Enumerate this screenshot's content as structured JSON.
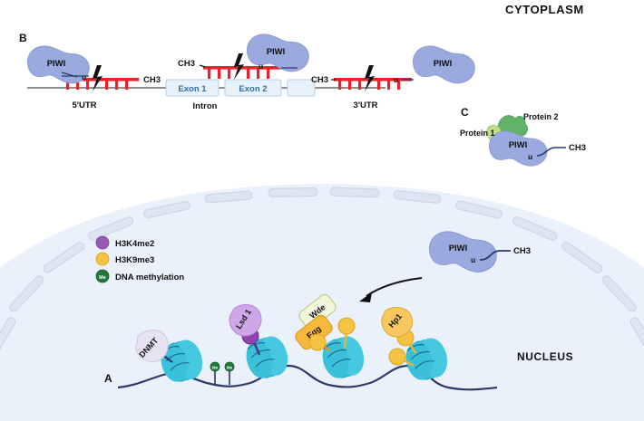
{
  "figure": {
    "type": "biology-schematic",
    "title_regions": {
      "cytoplasm_label": "CYTOPLASM",
      "nucleus_label": "NUCLEUS"
    },
    "panel_letters": {
      "a": "A",
      "b": "B",
      "c": "C"
    }
  },
  "panel_b": {
    "letter": "B",
    "transcript_features": [
      {
        "name": "5'UTR",
        "label": "5'UTR"
      },
      {
        "name": "exon1",
        "label": "Exon 1"
      },
      {
        "name": "intron",
        "label": "Intron"
      },
      {
        "name": "exon2",
        "label": "Exon 2"
      },
      {
        "name": "exon3",
        "label": ""
      },
      {
        "name": "3'UTR",
        "label": "3'UTR"
      }
    ],
    "piwi_complexes": [
      {
        "protein": "PIWI",
        "nucleotide": "u",
        "methyl": "CH3"
      },
      {
        "protein": "PIWI",
        "nucleotide": "u",
        "methyl": "CH3"
      },
      {
        "protein": "PIWI",
        "nucleotide": "u",
        "methyl": "CH3"
      }
    ],
    "piwi_label": "PIWI",
    "u_label": "u",
    "ch3_label": "CH3"
  },
  "panel_c": {
    "letter": "C",
    "piwi_label": "PIWI",
    "u_label": "u",
    "ch3_label": "CH3",
    "partners": [
      {
        "label": "Protein 1",
        "color": "#b9d48a"
      },
      {
        "label": "Protein 2",
        "color": "#62b36a"
      }
    ]
  },
  "nuclear_piwi": {
    "piwi_label": "PIWI",
    "u_label": "u",
    "ch3_label": "CH3"
  },
  "legend": {
    "items": [
      {
        "label": "H3K4me2",
        "color": "#9b59b6",
        "glyph": ""
      },
      {
        "label": "H3K9me3",
        "color": "#f5c242",
        "glyph": ""
      },
      {
        "label": "DNA methylation",
        "color": "#1f7a3a",
        "glyph": "Me"
      }
    ]
  },
  "panel_a": {
    "letter": "A",
    "nucleosome_color": "#3bb7d4",
    "chromatin_color": "#2b3a67",
    "factors": [
      {
        "label": "DNMT",
        "color": "#e8e3f3",
        "marks": []
      },
      {
        "label": "Lsd 1",
        "color": "#cfa7e8",
        "marks": [
          "H3K4me2"
        ]
      },
      {
        "label": "Egg",
        "color": "#f6b93b",
        "marks": [
          "H3K9me3"
        ]
      },
      {
        "label": "Wde",
        "color": "#f1f5dc",
        "marks": []
      },
      {
        "label": "Hp1",
        "color": "#f6c85f",
        "marks": [
          "H3K9me3"
        ]
      }
    ],
    "dna_methylation_marks": 2,
    "dna_methylation_glyph": "Me"
  },
  "colors": {
    "piwi_fill": "#9aa9de",
    "piwi_stroke": "#8b9ad3",
    "nucleus_fill": "#eaf1fb",
    "envelope_fill": "#dde5f0",
    "envelope_stroke": "#c6d2e2",
    "red_rna": "#e8232a",
    "exon_fill": "#e8f2fb",
    "exon_stroke": "#b6cde0",
    "exon_text": "#2e6fa8",
    "backbone": "#6a6a6a",
    "text": "#111111"
  }
}
